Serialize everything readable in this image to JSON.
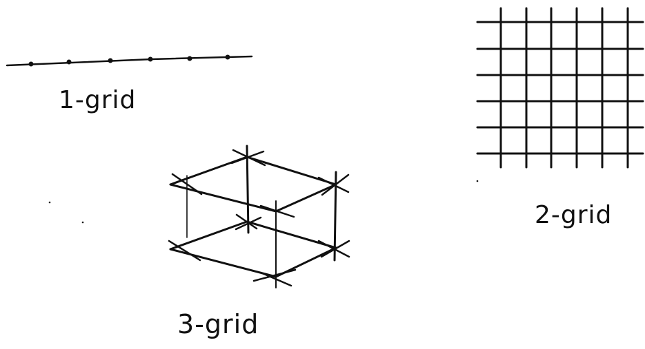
{
  "labels": {
    "one_d": "1-grid",
    "two_d": "2-grid",
    "three_d": "3-grid"
  },
  "colors": {
    "ink": "#111111",
    "background": "#ffffff"
  }
}
